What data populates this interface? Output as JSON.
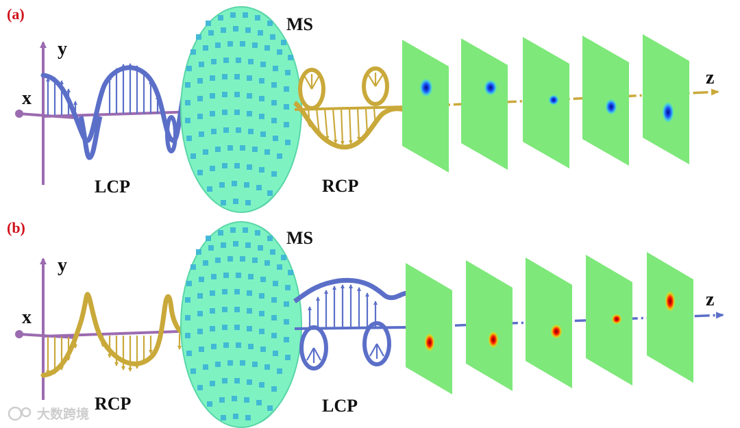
{
  "panels": [
    {
      "label": "(a)",
      "axis_y": "y",
      "axis_x": "x",
      "axis_z": "z",
      "metasurface": "MS",
      "input_pol": "LCP",
      "output_pol": "RCP",
      "input_color": "#5b6fc8",
      "output_color": "#c9a93a",
      "field_colormap": "blue"
    },
    {
      "label": "(b)",
      "axis_y": "y",
      "axis_x": "x",
      "axis_z": "z",
      "metasurface": "MS",
      "input_pol": "RCP",
      "output_pol": "LCP",
      "input_color": "#c9a93a",
      "output_color": "#5b6fc8",
      "field_colormap": "red"
    }
  ],
  "colors": {
    "panel_label": "#d0101a",
    "axis": "#9b6bb0",
    "metasurface_fill": "#7ff2c2",
    "pillar": "#3fb6d6",
    "field_plane": "#7ee87a"
  },
  "watermark": "大数跨境"
}
